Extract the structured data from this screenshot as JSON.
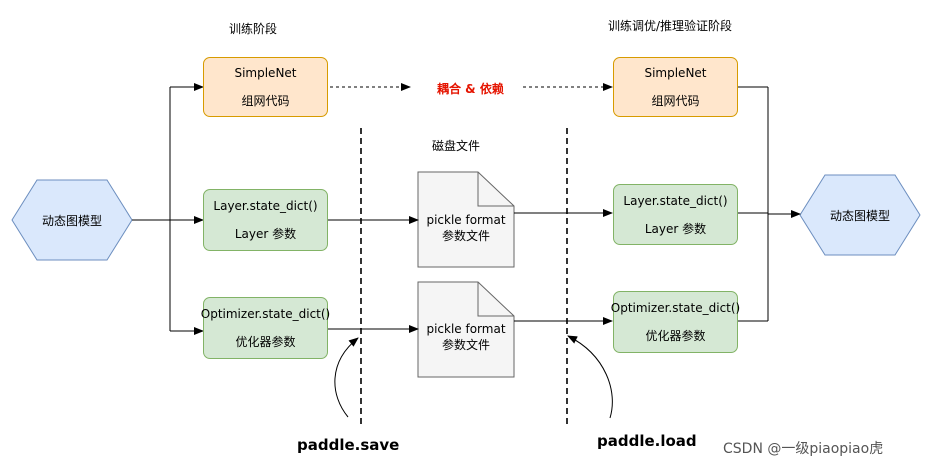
{
  "headers": {
    "training": "训练阶段",
    "tuning": "训练调优/推理验证阶段",
    "disk_files": "磁盘文件"
  },
  "left": {
    "simplenet": {
      "title": "SimpleNet",
      "subtitle": "组网代码"
    },
    "layer": {
      "title": "Layer.state_dict()",
      "subtitle": "Layer 参数"
    },
    "optimizer": {
      "title": "Optimizer.state_dict()",
      "subtitle": "优化器参数"
    },
    "model": "动态图模型"
  },
  "right": {
    "simplenet": {
      "title": "SimpleNet",
      "subtitle": "组网代码"
    },
    "layer": {
      "title": "Layer.state_dict()",
      "subtitle": "Layer 参数"
    },
    "optimizer": {
      "title": "Optimizer.state_dict()",
      "subtitle": "优化器参数"
    },
    "model": "动态图模型"
  },
  "coupling_label": "耦合 & 依赖",
  "files": [
    {
      "line1": "pickle format",
      "line2": "参数文件"
    },
    {
      "line1": "pickle format",
      "line2": "参数文件"
    }
  ],
  "actions": {
    "save": "paddle.save",
    "load": "paddle.load"
  },
  "watermark": "CSDN @一级piaopiao虎",
  "colors": {
    "hexagon_fill": "#dae8fc",
    "hexagon_stroke": "#6c8ebf",
    "orange_fill": "#ffe6cc",
    "orange_stroke": "#d79b00",
    "green_fill": "#d5e8d4",
    "green_stroke": "#82b366",
    "coupling_text": "#e51400"
  }
}
